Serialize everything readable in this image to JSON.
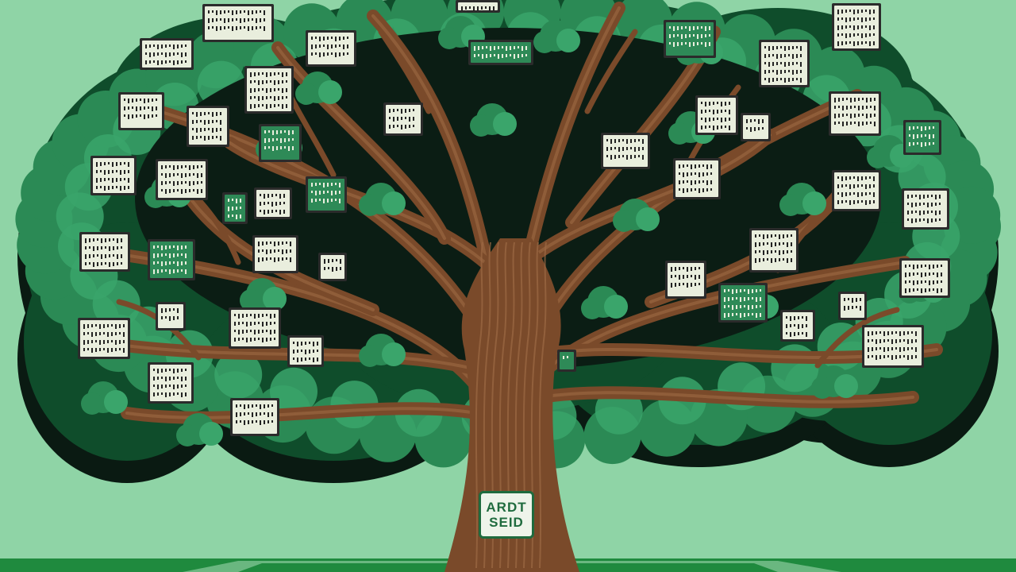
{
  "scene": {
    "subject": "family-tree",
    "trunk_sign": {
      "line1": "ARDT",
      "line2": "SEID"
    },
    "colors": {
      "background": "#8fd4a6",
      "foliage_dark": "#0f4d2b",
      "foliage": "#2b8a55",
      "foliage_light": "#3aa56b",
      "shadow": "#0a1a12",
      "trunk": "#7a4a2a",
      "trunk_light": "#9c6a44",
      "card_fill": "#e9eedd",
      "card_fill_green": "#2e8a57",
      "card_border": "#2b2b2b",
      "ground": "#1f8a3e",
      "ground_stripe": "#a7dcb6"
    },
    "cards": [
      {
        "kind": "light"
      },
      {
        "kind": "light"
      },
      {
        "kind": "green"
      },
      {
        "kind": "light"
      },
      {
        "kind": "light"
      },
      {
        "kind": "light"
      },
      {
        "kind": "green"
      },
      {
        "kind": "light"
      },
      {
        "kind": "light"
      },
      {
        "kind": "light"
      },
      {
        "kind": "green"
      },
      {
        "kind": "light"
      },
      {
        "kind": "green"
      },
      {
        "kind": "light"
      },
      {
        "kind": "light"
      },
      {
        "kind": "green"
      },
      {
        "kind": "light"
      },
      {
        "kind": "light"
      },
      {
        "kind": "light"
      },
      {
        "kind": "light"
      },
      {
        "kind": "light"
      },
      {
        "kind": "light"
      },
      {
        "kind": "light"
      },
      {
        "kind": "light"
      },
      {
        "kind": "green"
      },
      {
        "kind": "light"
      },
      {
        "kind": "light"
      },
      {
        "kind": "light"
      },
      {
        "kind": "light"
      },
      {
        "kind": "light"
      },
      {
        "kind": "green"
      },
      {
        "kind": "light"
      },
      {
        "kind": "light"
      },
      {
        "kind": "light"
      },
      {
        "kind": "light"
      },
      {
        "kind": "light"
      },
      {
        "kind": "light"
      },
      {
        "kind": "green"
      },
      {
        "kind": "light"
      },
      {
        "kind": "light"
      },
      {
        "kind": "light"
      },
      {
        "kind": "light"
      },
      {
        "kind": "green"
      },
      {
        "kind": "light"
      }
    ]
  }
}
